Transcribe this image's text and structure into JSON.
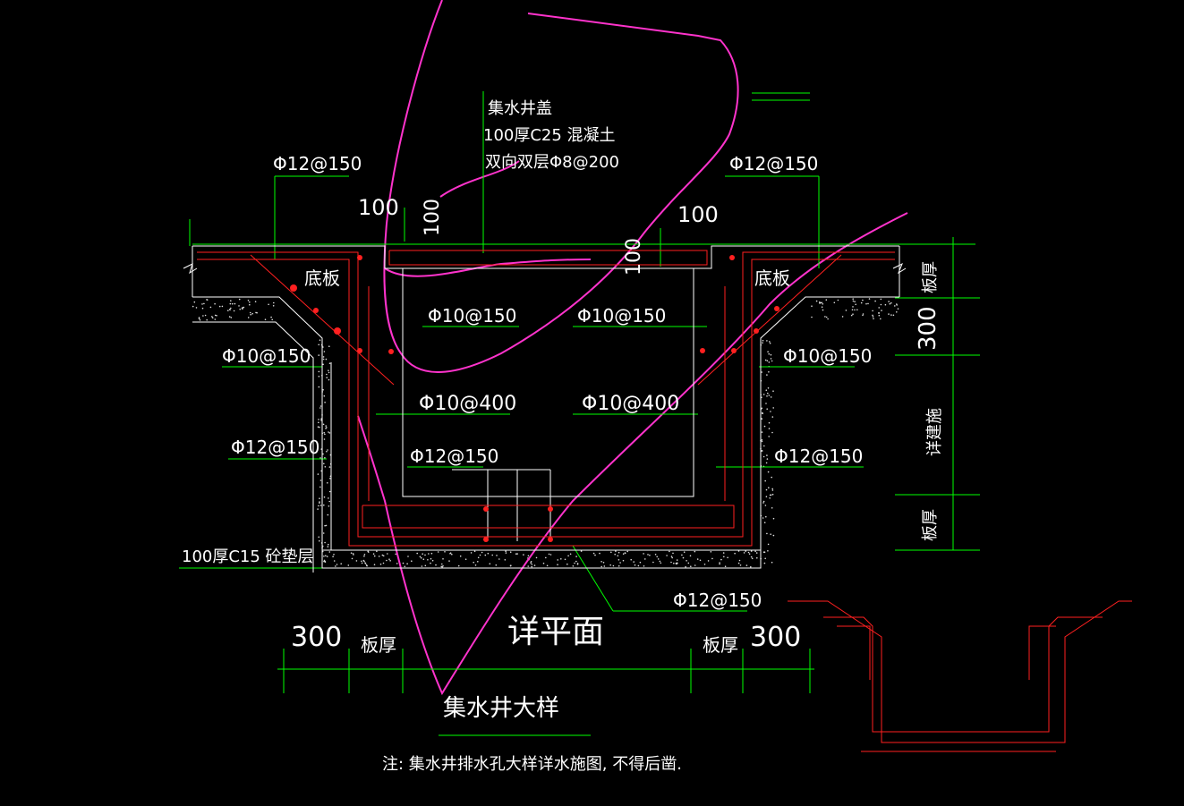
{
  "colors": {
    "background": "#000000",
    "dimension": "#00ff00",
    "outline": "#ffffff",
    "rebar": "#ff2020",
    "markup": "#ff33cc"
  },
  "cover": {
    "title": "集水井盖",
    "line1": "100厚C25 混凝土",
    "line2": "双向双层Φ8@200"
  },
  "labels": {
    "top_left_rebar": "Φ12@150",
    "top_right_rebar": "Φ12@150",
    "dim_100_left": "100",
    "dim_100_vert": "100",
    "dim_100_right": "100",
    "dim_100_cover": "100",
    "base_left": "底板",
    "base_right": "底板",
    "wall_left_inner": "Φ10@150",
    "wall_right_inner": "Φ10@150",
    "wall_left_outer": "Φ10@150",
    "wall_right_outer": "Φ10@150",
    "mid_left": "Φ10@400",
    "mid_right": "Φ10@400",
    "side_left_outer": "Φ12@150",
    "side_left_inner": "Φ12@150",
    "side_right": "Φ12@150",
    "cushion": "100厚C15 砼垫层",
    "bottom_rebar": "Φ12@150",
    "right_dim_top": "板厚",
    "right_dim_300": "300",
    "right_dim_mid": "详建施",
    "right_dim_bottom": "板厚",
    "bottom_300_left": "300",
    "bottom_thick_left": "板厚",
    "plan_note": "详平面",
    "bottom_thick_right": "板厚",
    "bottom_300_right": "300",
    "title": "集水井大样",
    "note": "注: 集水井排水孔大样详水施图, 不得后凿."
  }
}
